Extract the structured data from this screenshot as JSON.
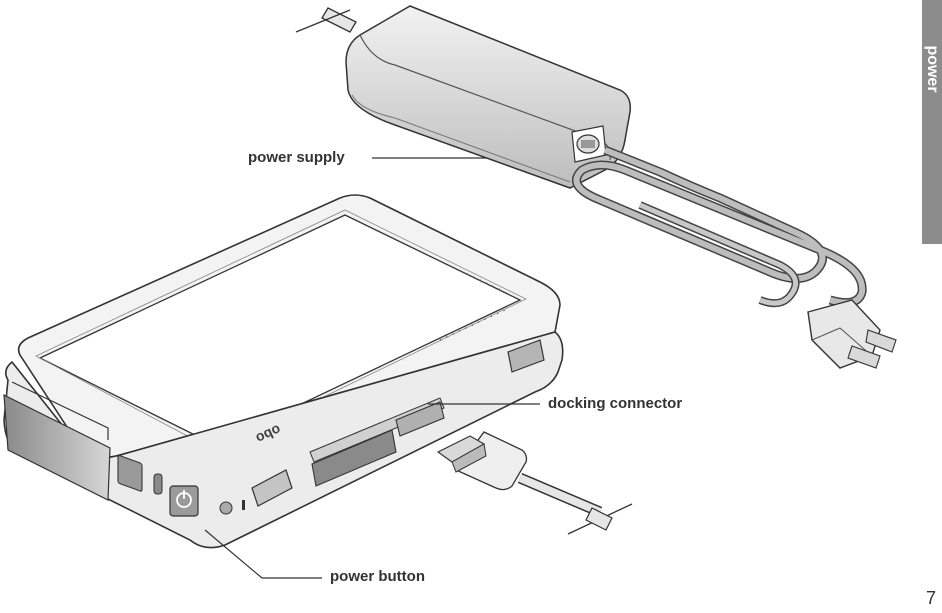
{
  "labels": {
    "power_supply": "power supply",
    "docking_connector": "docking connector",
    "power_button": "power button"
  },
  "side_tab": {
    "text": "power",
    "color": "#8c8c8c"
  },
  "page_number": "7",
  "device_logo": "oqo"
}
